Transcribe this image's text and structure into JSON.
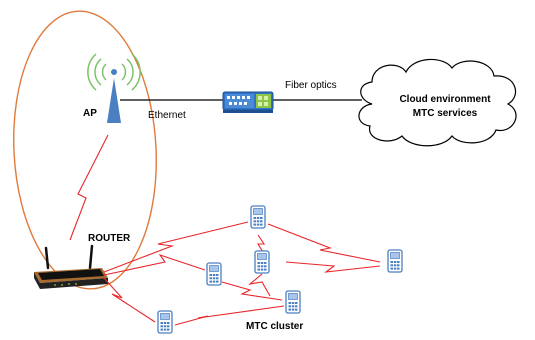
{
  "labels": {
    "ap": "AP",
    "ethernet": "Ethernet",
    "fiber": "Fiber optics",
    "cloud_line1": "Cloud environment",
    "cloud_line2": "MTC services",
    "router": "ROUTER",
    "cluster": "MTC cluster"
  },
  "colors": {
    "ellipse": "#e07a3c",
    "link": "#e8262a",
    "device_blue": "#4a7fc1",
    "device_fill": "#a9c6ea",
    "switch_blue": "#2e73c8",
    "switch_green": "#8fc646",
    "signal_green": "#7cc36a",
    "router_body": "#222222",
    "router_amber": "#a76b2f"
  },
  "icons": [
    "access-point-icon",
    "switch-icon",
    "cloud-icon",
    "router-icon",
    "mtc-device-icon"
  ]
}
